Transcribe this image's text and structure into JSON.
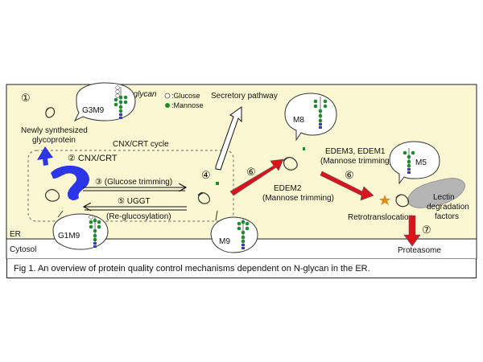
{
  "labels": {
    "step1": "①",
    "nglycan": "N-glycan",
    "glucose_legend": ":Glucose",
    "mannose_legend": ":Mannose",
    "g3m9": "G3M9",
    "newly_line1": "Newly synthesized",
    "newly_line2": "glycoprotein",
    "step2": "② CNX/CRT",
    "cycle": "CNX/CRT cycle",
    "step3": "③ (Glucose trimming)",
    "step5_line1": "⑤ UGGT",
    "step5_line2": "(Re-glucosylation)",
    "g1m9": "G1M9",
    "step4": "④",
    "secretory": "Secretory pathway",
    "m9": "M9",
    "step6a": "⑥",
    "edem2_line1": "EDEM2",
    "edem2_line2": "(Mannose trimming)",
    "m8": "M8",
    "edem31": "EDEM3, EDEM1",
    "mannose_trim2": "(Mannose trimming)",
    "step6b": "⑥",
    "m5": "M5",
    "lectin_line1": "Lectin",
    "lectin_line2": "degradation",
    "lectin_line3": "factors",
    "retro": "Retrotranslocation",
    "step7": "⑦",
    "proteasome": "Proteasome",
    "er": "ER",
    "cytosol": "Cytosol"
  },
  "caption": "Fig 1. An overview of protein quality control mechanisms dependent on N-glycan in the ER.",
  "colors": {
    "er_fill": "#fbf7d2",
    "cnx_blue": "#2a36e8",
    "red_arrow": "#d9141c",
    "glucose": "#ffffff",
    "mannose": "#1f8a2e",
    "glcnac": "#3a3ad0"
  }
}
